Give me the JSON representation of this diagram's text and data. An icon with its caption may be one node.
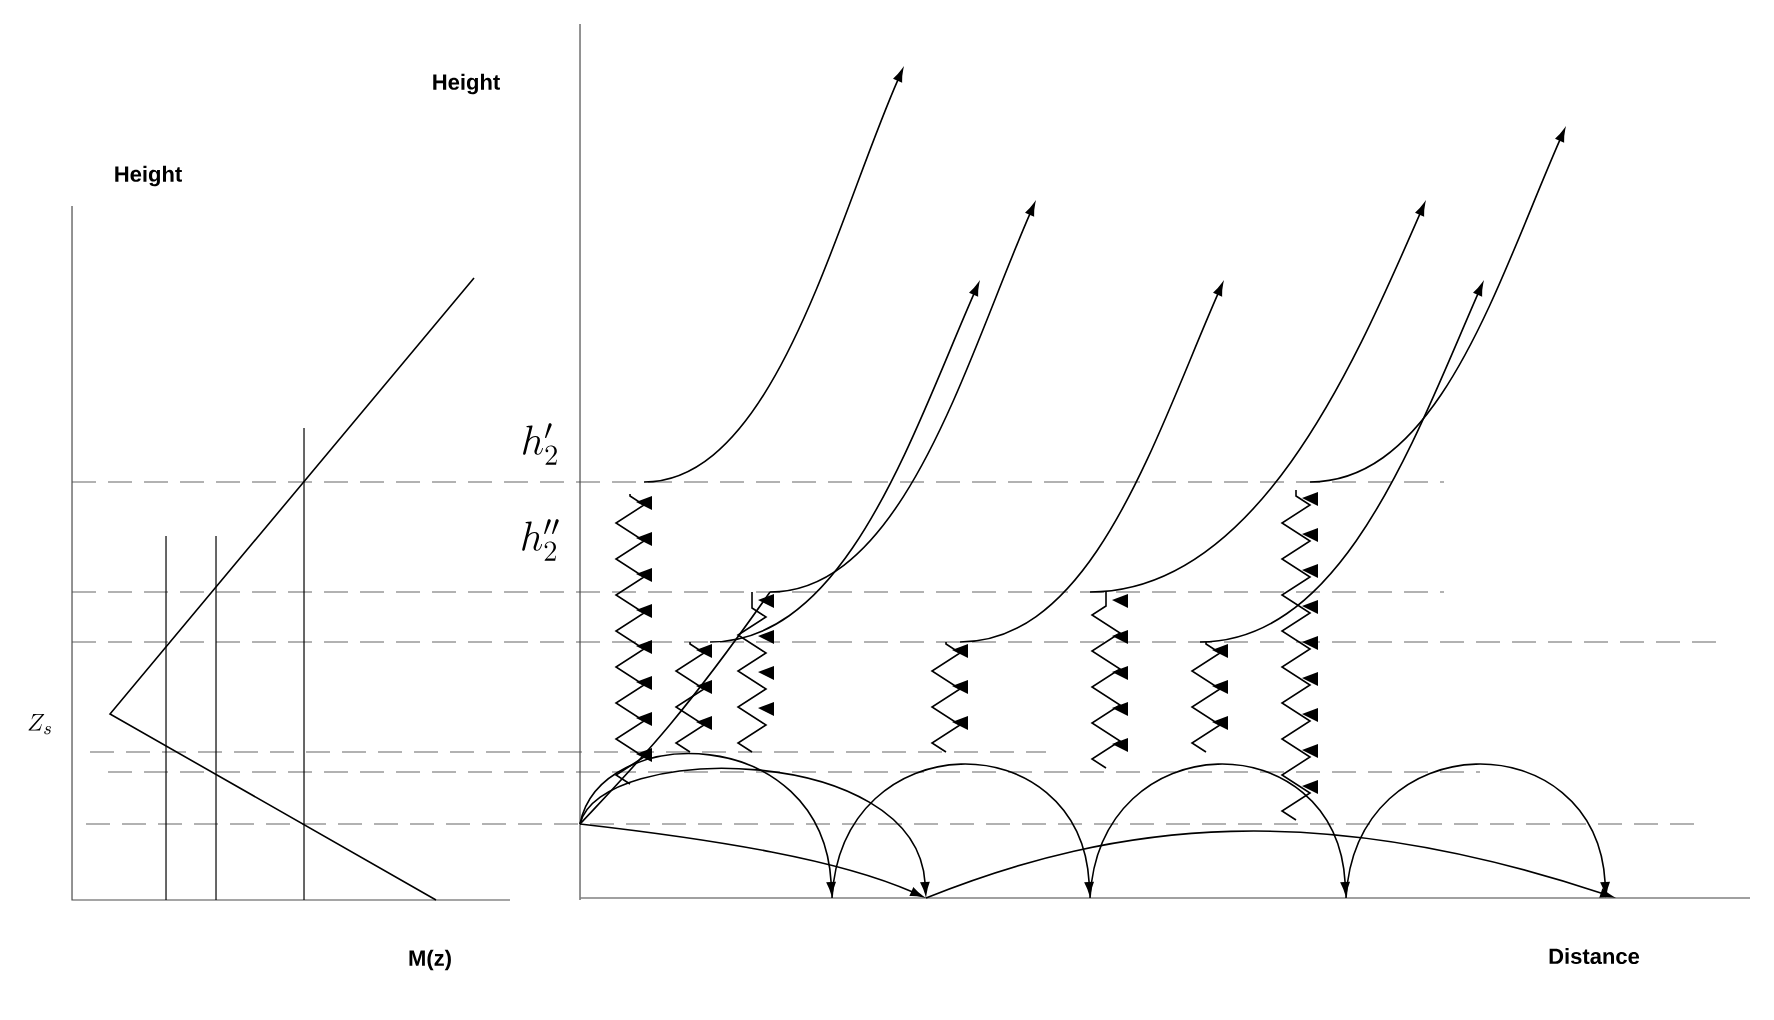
{
  "diagram": {
    "labels": [
      "Height",
      "Height",
      "h_2'",
      "h_2''",
      "Z_s",
      "M(z)",
      "Distance"
    ]
  }
}
